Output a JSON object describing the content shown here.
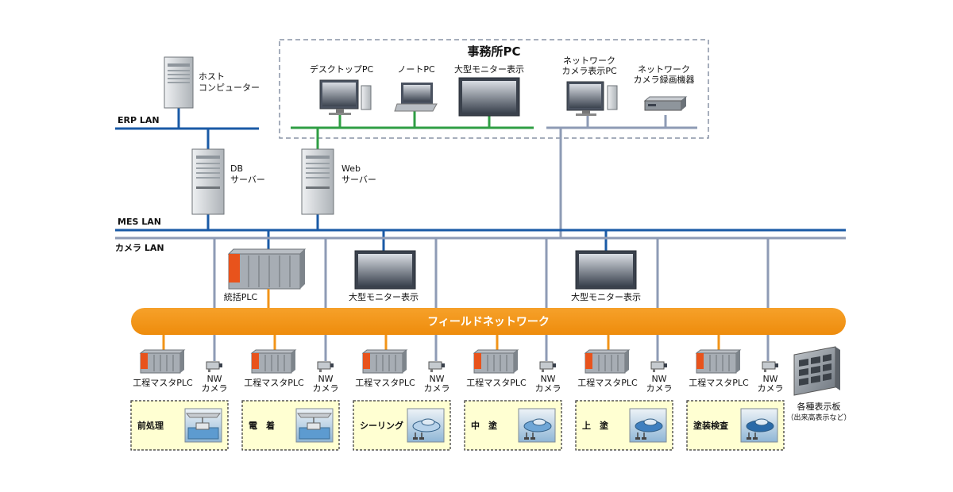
{
  "office_title": "事務所PC",
  "lans": {
    "erp": "ERP LAN",
    "mes": "MES LAN",
    "camera": "カメラ LAN"
  },
  "host_computer": [
    "ホスト",
    "コンピューター"
  ],
  "office_devices": {
    "desktop_pc": "デスクトップPC",
    "notebook_pc": "ノートPC",
    "large_monitor": "大型モニター表示",
    "nw_camera_pc": [
      "ネットワーク",
      "カメラ表示PC"
    ],
    "nw_camera_recorder": [
      "ネットワーク",
      "カメラ録画機器"
    ]
  },
  "db_server": [
    "DB",
    "サーバー"
  ],
  "web_server": [
    "Web",
    "サーバー"
  ],
  "master_plc": "統括PLC",
  "floor_monitors": [
    "大型モニター表示",
    "大型モニター表示"
  ],
  "field_network": "フィールドネットワーク",
  "process_plc_label": "工程マスタPLC",
  "nw_camera_label": [
    "NW",
    "カメラ"
  ],
  "display_board": {
    "label": "各種表示板",
    "note": "（出来高表示など）"
  },
  "processes": [
    "前処理",
    "電　着",
    "シーリング",
    "中　塗",
    "上　塗",
    "塗装検査"
  ],
  "colors": {
    "erp_mes_line": "#1a5aa6",
    "camera_line": "#8e9bb5",
    "office_line": "#2f9e44",
    "field_bus": "#f29418",
    "plc_accent": "#e8531c",
    "process_box": "#ffffd2"
  }
}
